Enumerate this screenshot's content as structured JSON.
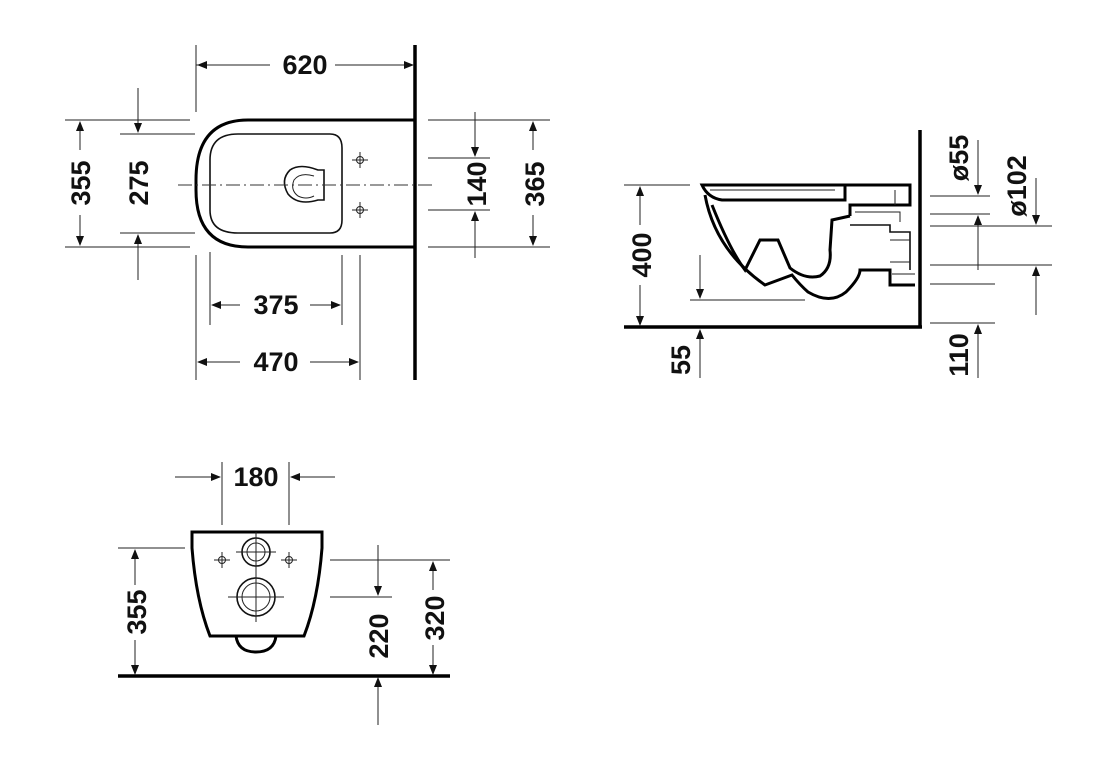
{
  "top_view": {
    "dims": {
      "overall_length": "620",
      "width_outer": "355",
      "width_inner": "275",
      "fixing_spacing": "140",
      "height_right": "365",
      "inner_length": "375",
      "outer_length_lower": "470"
    }
  },
  "side_view": {
    "dims": {
      "outlet_diameter_small": "ø55",
      "outlet_diameter_large": "ø102",
      "seat_height": "400",
      "floor_clearance": "55",
      "outlet_height": "110"
    }
  },
  "rear_view": {
    "dims": {
      "bolt_spacing": "180",
      "height_outer": "355",
      "outlet_centre": "220",
      "bolt_height": "320"
    }
  }
}
